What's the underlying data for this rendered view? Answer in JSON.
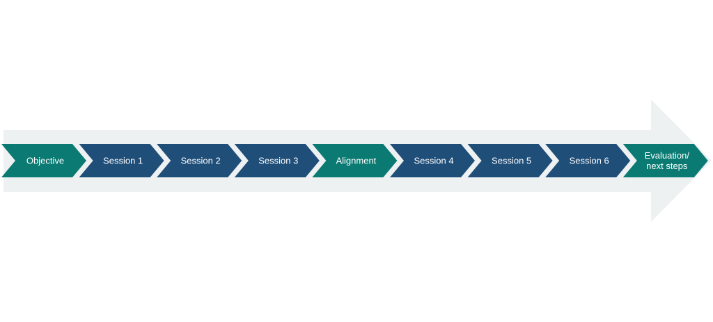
{
  "colors": {
    "background_arrow": "#eef1f2",
    "teal": "#0a7a73",
    "navy": "#1f4e79",
    "label": "#ffffff"
  },
  "steps": [
    {
      "label_lines": [
        "Objective"
      ],
      "color": "teal"
    },
    {
      "label_lines": [
        "Session 1"
      ],
      "color": "navy"
    },
    {
      "label_lines": [
        "Session 2"
      ],
      "color": "navy"
    },
    {
      "label_lines": [
        "Session 3"
      ],
      "color": "navy"
    },
    {
      "label_lines": [
        "Alignment"
      ],
      "color": "teal"
    },
    {
      "label_lines": [
        "Session 4"
      ],
      "color": "navy"
    },
    {
      "label_lines": [
        "Session 5"
      ],
      "color": "navy"
    },
    {
      "label_lines": [
        "Session 6"
      ],
      "color": "navy"
    },
    {
      "label_lines": [
        "Evaluation/",
        "next steps"
      ],
      "color": "teal"
    }
  ]
}
